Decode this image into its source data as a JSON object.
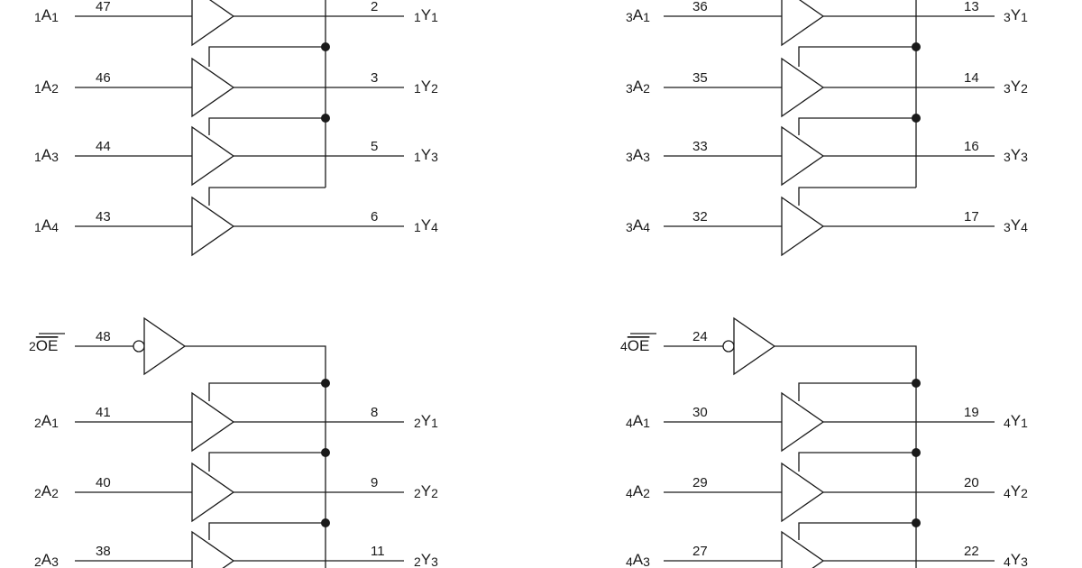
{
  "diagram": {
    "groups": [
      {
        "id": "1",
        "oe": null,
        "buffers": [
          {
            "in_prefix": "1",
            "in_letter": "A",
            "in_sub": "1",
            "in_pin": "47",
            "out_pin": "2",
            "out_prefix": "1",
            "out_letter": "Y",
            "out_sub": "1"
          },
          {
            "in_prefix": "1",
            "in_letter": "A",
            "in_sub": "2",
            "in_pin": "46",
            "out_pin": "3",
            "out_prefix": "1",
            "out_letter": "Y",
            "out_sub": "2"
          },
          {
            "in_prefix": "1",
            "in_letter": "A",
            "in_sub": "3",
            "in_pin": "44",
            "out_pin": "5",
            "out_prefix": "1",
            "out_letter": "Y",
            "out_sub": "3"
          },
          {
            "in_prefix": "1",
            "in_letter": "A",
            "in_sub": "4",
            "in_pin": "43",
            "out_pin": "6",
            "out_prefix": "1",
            "out_letter": "Y",
            "out_sub": "4"
          }
        ]
      },
      {
        "id": "3",
        "oe": null,
        "buffers": [
          {
            "in_prefix": "3",
            "in_letter": "A",
            "in_sub": "1",
            "in_pin": "36",
            "out_pin": "13",
            "out_prefix": "3",
            "out_letter": "Y",
            "out_sub": "1"
          },
          {
            "in_prefix": "3",
            "in_letter": "A",
            "in_sub": "2",
            "in_pin": "35",
            "out_pin": "14",
            "out_prefix": "3",
            "out_letter": "Y",
            "out_sub": "2"
          },
          {
            "in_prefix": "3",
            "in_letter": "A",
            "in_sub": "3",
            "in_pin": "33",
            "out_pin": "16",
            "out_prefix": "3",
            "out_letter": "Y",
            "out_sub": "3"
          },
          {
            "in_prefix": "3",
            "in_letter": "A",
            "in_sub": "4",
            "in_pin": "32",
            "out_pin": "17",
            "out_prefix": "3",
            "out_letter": "Y",
            "out_sub": "4"
          }
        ]
      },
      {
        "id": "2",
        "oe": {
          "prefix": "2",
          "label": "OE",
          "pin": "48"
        },
        "buffers": [
          {
            "in_prefix": "2",
            "in_letter": "A",
            "in_sub": "1",
            "in_pin": "41",
            "out_pin": "8",
            "out_prefix": "2",
            "out_letter": "Y",
            "out_sub": "1"
          },
          {
            "in_prefix": "2",
            "in_letter": "A",
            "in_sub": "2",
            "in_pin": "40",
            "out_pin": "9",
            "out_prefix": "2",
            "out_letter": "Y",
            "out_sub": "2"
          },
          {
            "in_prefix": "2",
            "in_letter": "A",
            "in_sub": "3",
            "in_pin": "38",
            "out_pin": "11",
            "out_prefix": "2",
            "out_letter": "Y",
            "out_sub": "3"
          }
        ]
      },
      {
        "id": "4",
        "oe": {
          "prefix": "4",
          "label": "OE",
          "pin": "24"
        },
        "buffers": [
          {
            "in_prefix": "4",
            "in_letter": "A",
            "in_sub": "1",
            "in_pin": "30",
            "out_pin": "19",
            "out_prefix": "4",
            "out_letter": "Y",
            "out_sub": "1"
          },
          {
            "in_prefix": "4",
            "in_letter": "A",
            "in_sub": "2",
            "in_pin": "29",
            "out_pin": "20",
            "out_prefix": "4",
            "out_letter": "Y",
            "out_sub": "2"
          },
          {
            "in_prefix": "4",
            "in_letter": "A",
            "in_sub": "3",
            "in_pin": "27",
            "out_pin": "22",
            "out_prefix": "4",
            "out_letter": "Y",
            "out_sub": "3"
          }
        ]
      }
    ]
  }
}
